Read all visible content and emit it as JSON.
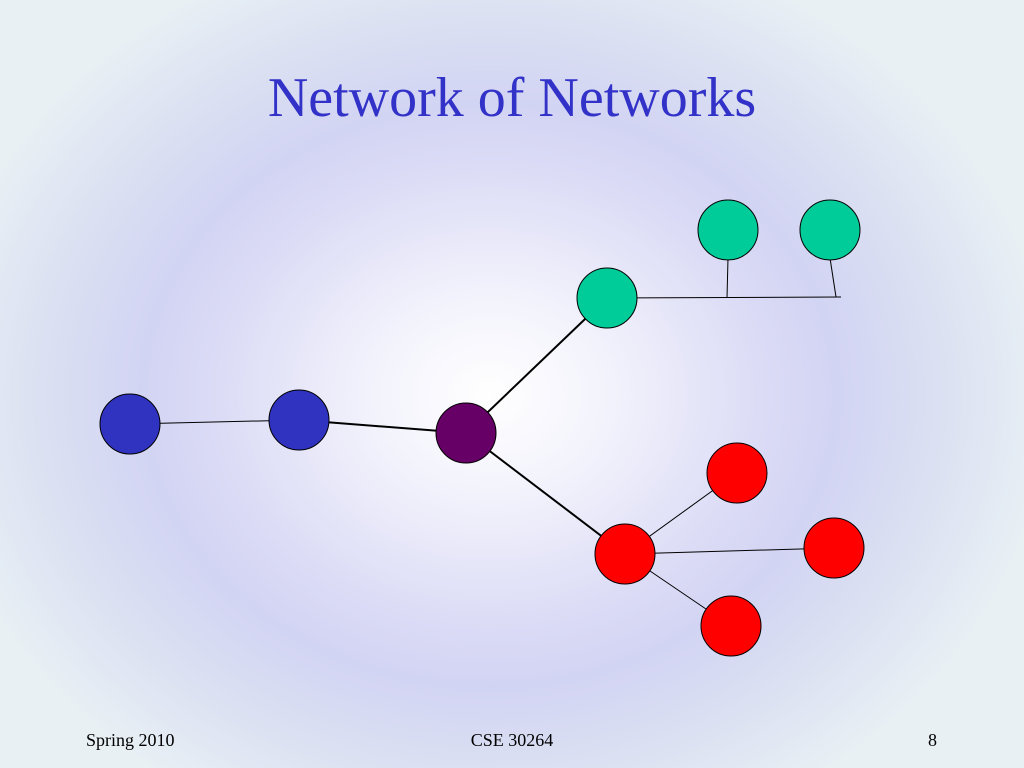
{
  "slide": {
    "title": "Network of Networks"
  },
  "footer": {
    "left": "Spring 2010",
    "center": "CSE 30264",
    "right": "8"
  },
  "colors": {
    "title": "#3232c8",
    "blue_network": "#2f33bf",
    "central_router": "#660066",
    "green_network": "#00cc99",
    "red_network": "#ff0000",
    "node_outline": "#000000"
  }
}
